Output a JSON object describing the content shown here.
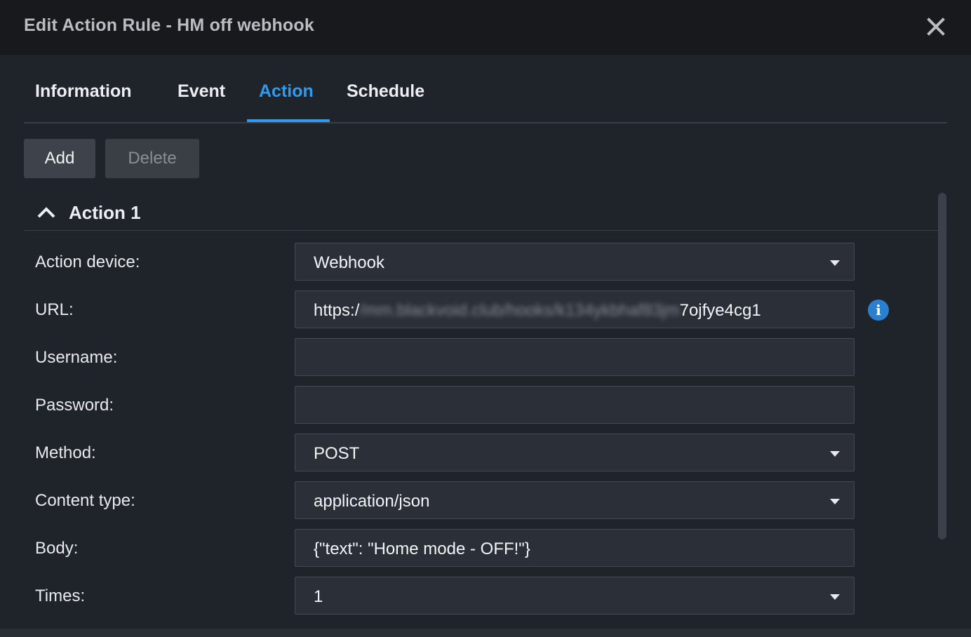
{
  "dialog": {
    "title": "Edit Action Rule - HM off webhook",
    "close_icon": "close-icon"
  },
  "tabs": [
    {
      "label": "Information",
      "active": false
    },
    {
      "label": "Event",
      "active": false
    },
    {
      "label": "Action",
      "active": true
    },
    {
      "label": "Schedule",
      "active": false
    }
  ],
  "toolbar": {
    "add_label": "Add",
    "delete_label": "Delete",
    "delete_disabled": true
  },
  "section": {
    "title": "Action 1",
    "toggle_icon": "chevron-up-icon",
    "expanded": true
  },
  "form": {
    "action_device": {
      "label": "Action device:",
      "value": "Webhook",
      "type": "select"
    },
    "url": {
      "label": "URL:",
      "value_prefix": "https:/",
      "value_blurred": "/mm.blackvoid.club/hooks/k134ykbhaf83jm",
      "value_suffix": "7ojfye4cg1",
      "info_icon": "info-icon"
    },
    "username": {
      "label": "Username:",
      "value": ""
    },
    "password": {
      "label": "Password:",
      "value": ""
    },
    "method": {
      "label": "Method:",
      "value": "POST",
      "type": "select"
    },
    "content_type": {
      "label": "Content type:",
      "value": "application/json",
      "type": "select"
    },
    "body": {
      "label": "Body:",
      "value": "{\"text\": \"Home mode - OFF!\"}"
    },
    "times": {
      "label": "Times:",
      "value": "1",
      "type": "select"
    }
  },
  "colors": {
    "accent": "#2f9bf0",
    "background": "#1f232a",
    "titlebar": "#17191d",
    "field_bg": "#2b3038",
    "info_icon": "#2b7fd1"
  }
}
